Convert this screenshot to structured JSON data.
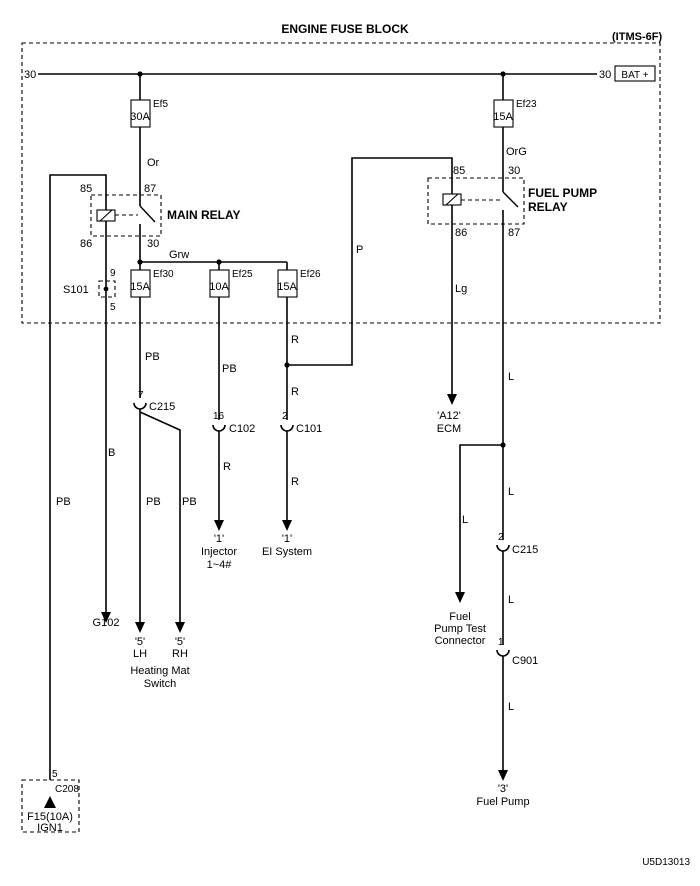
{
  "title": "ENGINE FUSE BLOCK",
  "block_code": "(ITMS-6F)",
  "bat": "BAT +",
  "bus_left": "30",
  "bus_right": "30",
  "ef5_name": "Ef5",
  "ef5_amp": "30A",
  "ef23_name": "Ef23",
  "ef23_amp": "15A",
  "ef30_name": "Ef30",
  "ef30_amp": "15A",
  "ef25_name": "Ef25",
  "ef25_amp": "10A",
  "ef26_name": "Ef26",
  "ef26_amp": "15A",
  "main_relay": {
    "label": "MAIN RELAY",
    "p85": "85",
    "p87": "87",
    "p86": "86",
    "p30": "30"
  },
  "fp_relay": {
    "label1": "FUEL PUMP",
    "label2": "RELAY",
    "p85": "85",
    "p30": "30",
    "p86": "86",
    "p87": "87"
  },
  "wires": {
    "or": "Or",
    "org": "OrG",
    "grw": "Grw",
    "p": "P",
    "lg": "Lg",
    "pb": "PB",
    "b": "B",
    "r": "R",
    "l": "L"
  },
  "s101": {
    "name": "S101",
    "top": "9",
    "bottom": "5"
  },
  "c215_left": {
    "pin": "7",
    "name": "C215"
  },
  "c102": {
    "pin": "16",
    "name": "C102"
  },
  "c101": {
    "pin": "2",
    "name": "C101"
  },
  "c215_right": {
    "pin": "2",
    "name": "C215"
  },
  "c901": {
    "pin": "1",
    "name": "C901"
  },
  "c208": {
    "pin": "5",
    "name": "C208",
    "fuse": "F15(10A)",
    "ign": "IGN1"
  },
  "ecm": {
    "pin": "'A12'",
    "name": "ECM"
  },
  "injector": {
    "pin": "'1'",
    "name": "Injector",
    "sub": "1~4#"
  },
  "ei": {
    "pin": "'1'",
    "name": "EI System"
  },
  "g102": "G102",
  "heating_mat": {
    "lh_pin": "'5'",
    "lh": "LH",
    "rh_pin": "'5'",
    "rh": "RH",
    "name1": "Heating Mat",
    "name2": "Switch"
  },
  "fp_test": {
    "l1": "Fuel",
    "l2": "Pump Test",
    "l3": "Connector"
  },
  "fuel_pump": {
    "pin": "'3'",
    "name": "Fuel Pump"
  },
  "figure_id": "U5D13013"
}
